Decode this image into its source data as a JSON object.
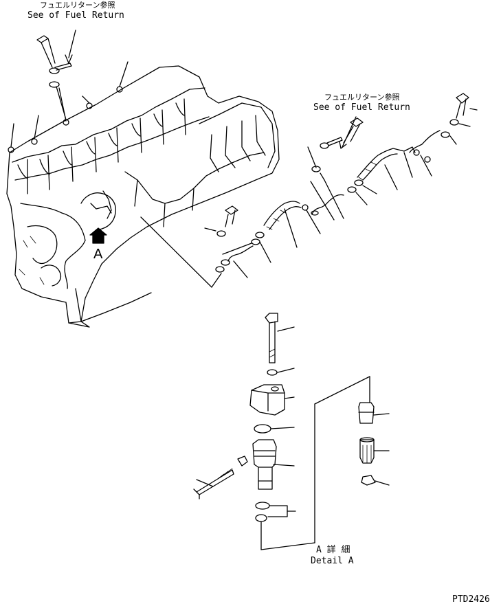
{
  "title_ref_1": {
    "jp": "フュエルリターン参照",
    "en": "See of Fuel Return"
  },
  "title_ref_2": {
    "jp": "フュエルリターン参照",
    "en": "See of Fuel Return"
  },
  "view_marker": "A",
  "detail": {
    "jp": "A 詳 細",
    "en": "Detail A"
  },
  "drawing_number": "PTD2426"
}
